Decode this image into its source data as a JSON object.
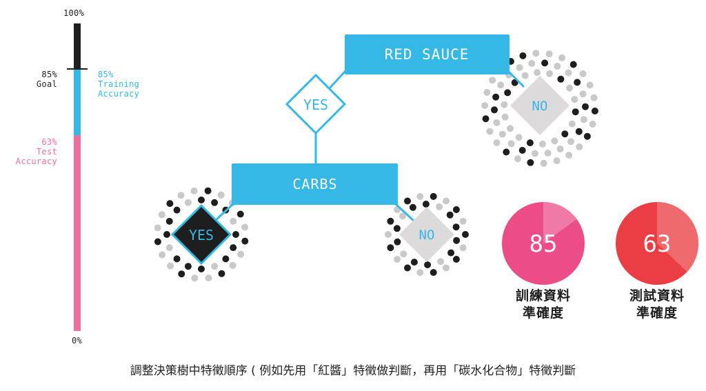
{
  "scale": {
    "top_label": "100%",
    "bottom_label": "0%",
    "goal": {
      "value": 85,
      "percent_label": "85%",
      "label": "Goal"
    },
    "training": {
      "value": 85,
      "percent_label": "85%",
      "label_line1": "Training",
      "label_line2": "Accuracy"
    },
    "test": {
      "value": 63,
      "percent_label": "63%",
      "label_line1": "Test",
      "label_line2": "Accuracy"
    }
  },
  "tree": {
    "root": "RED SAUCE",
    "left_answer": "YES",
    "right_answer": "NO",
    "node2": "CARBS",
    "leaf_yes": "YES",
    "leaf_no": "NO"
  },
  "metrics": [
    {
      "value": "85",
      "percent": 85,
      "label_line1": "訓練資料",
      "label_line2": "準確度",
      "color": "#ec4d86",
      "slice_color": "#f07aa6"
    },
    {
      "value": "63",
      "percent": 63,
      "label_line1": "測試資料",
      "label_line2": "準確度",
      "color": "#ea3e44",
      "slice_color": "#ef6a6c"
    }
  ],
  "caption": "調整決策樹中特徵順序 ( 例如先用「紅醬」特徵做判斷，再用「碳水化合物」特徵判斷",
  "colors": {
    "blue": "#35b8e6",
    "pink": "#ef6f9c",
    "black": "#1e1e1e",
    "gray": "#c9c9c9",
    "diamond_gray": "#dcdadb"
  }
}
